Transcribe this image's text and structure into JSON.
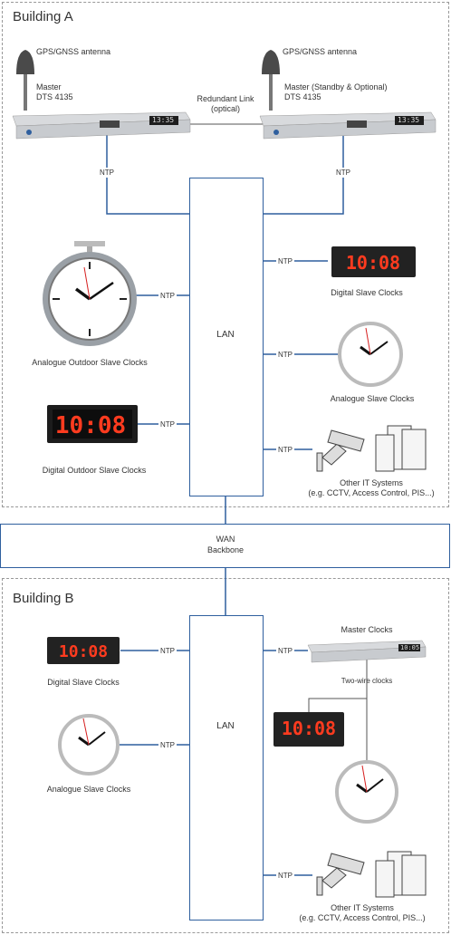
{
  "building_a": {
    "title": "Building A",
    "antenna_left_label": "GPS/GNSS antenna",
    "antenna_right_label": "GPS/GNSS antenna",
    "master_left_line1": "Master",
    "master_left_line2": "DTS 4135",
    "master_right_line1": "Master (Standby & Optional)",
    "master_right_line2": "DTS 4135",
    "redundant_link_line1": "Redundant Link",
    "redundant_link_line2": "(optical)",
    "ntp_left": "NTP",
    "ntp_right": "NTP",
    "lan": "LAN",
    "ntp_analogue_outdoor": "NTP",
    "ntp_digital_outdoor": "NTP",
    "ntp_digital_slave": "NTP",
    "ntp_analogue_slave": "NTP",
    "ntp_it": "NTP",
    "analogue_outdoor_label": "Analogue Outdoor Slave Clocks",
    "digital_outdoor_label": "Digital Outdoor Slave Clocks",
    "digital_slave_label": "Digital Slave Clocks",
    "analogue_slave_label": "Analogue Slave Clocks",
    "it_label_line1": "Other IT Systems",
    "it_label_line2": "(e.g. CCTV, Access Control, PIS...)",
    "digital_outdoor_display": "10:08",
    "digital_slave_display": "10:08",
    "master_display": "13:35"
  },
  "wan": {
    "line1": "WAN",
    "line2": "Backbone"
  },
  "building_b": {
    "title": "Building B",
    "lan": "LAN",
    "ntp_digital": "NTP",
    "ntp_analogue": "NTP",
    "ntp_master": "NTP",
    "ntp_it": "NTP",
    "digital_slave_label": "Digital Slave Clocks",
    "analogue_slave_label": "Analogue Slave Clocks",
    "master_clocks_label": "Master Clocks",
    "two_wire_label": "Two-wire clocks",
    "it_label_line1": "Other IT Systems",
    "it_label_line2": "(e.g. CCTV, Access Control, PIS...)",
    "digital_display": "10:08",
    "two_wire_display": "10:08",
    "master_display": "10:05"
  },
  "colors": {
    "line": "#2f5f9e",
    "dashed_border": "#999999",
    "led": "#ff3b1f"
  }
}
